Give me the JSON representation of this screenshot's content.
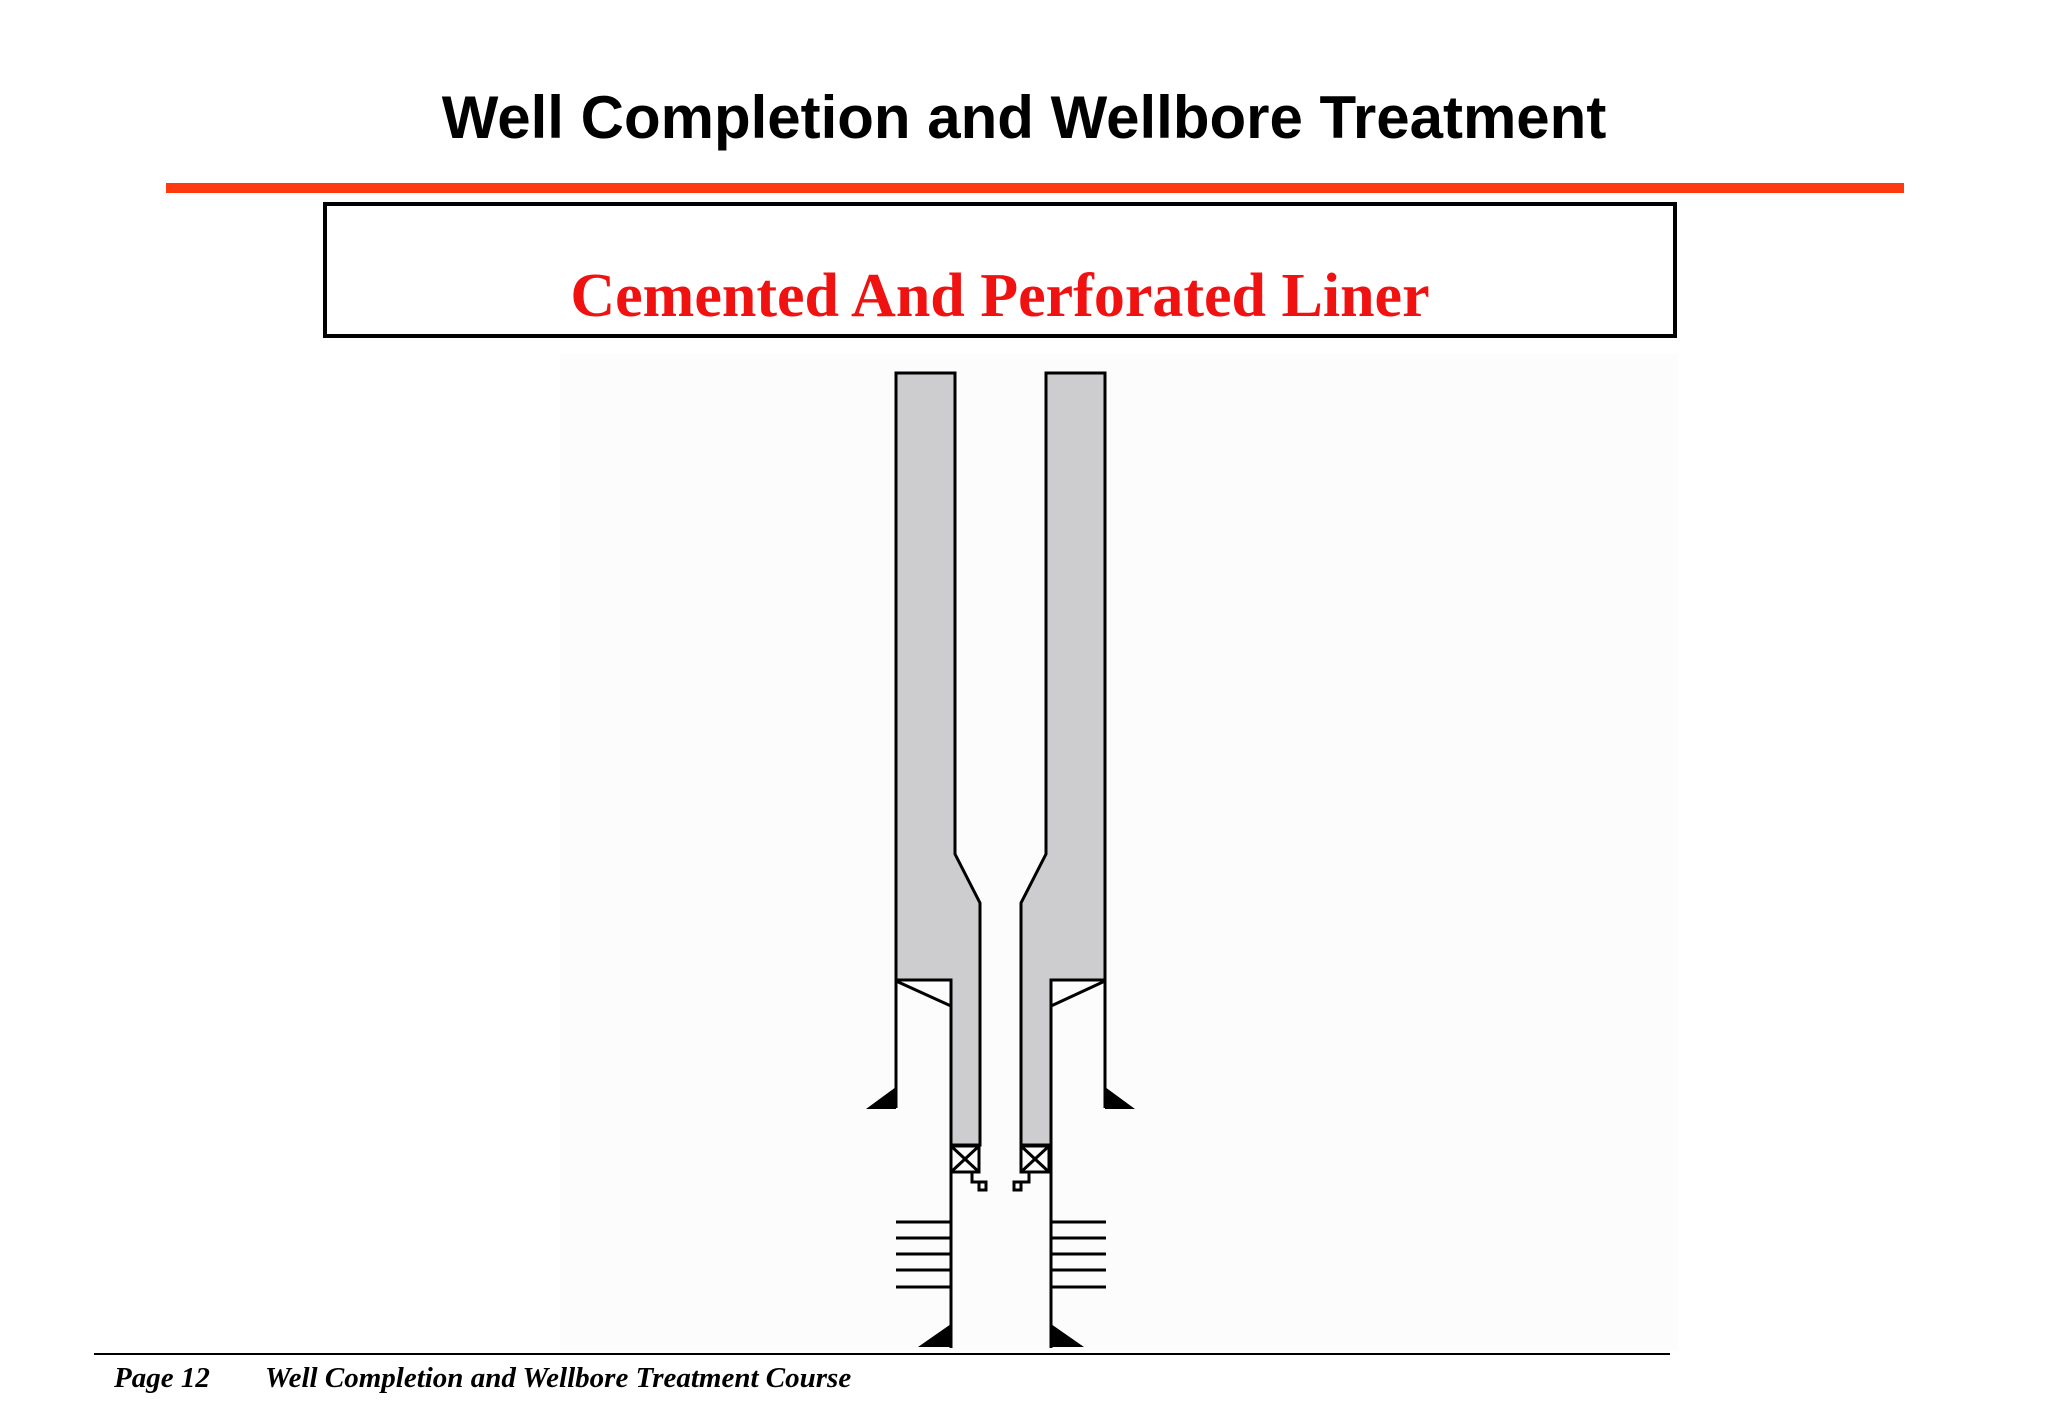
{
  "header": {
    "title": "Well Completion and Wellbore Treatment"
  },
  "slide": {
    "subtitle": "Cemented And Perforated Liner",
    "subtitle_color": "#f01111",
    "rule_color": "#ff3a0f"
  },
  "diagram": {
    "icon": "wellbore-schematic",
    "cement_color": "#cdcdd0"
  },
  "footer": {
    "page": "Page 12",
    "course": "Well Completion and Wellbore Treatment Course"
  }
}
